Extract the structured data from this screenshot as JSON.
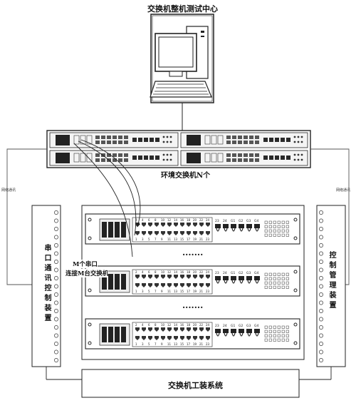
{
  "title": "交换机整机测试中心",
  "env_switch_label": "环境交换机N个",
  "net_comm_left": "网络通讯",
  "net_comm_right": "网络通讯",
  "serial_ctrl_label": "串口通讯控制装置",
  "ctrl_mgmt_label": "控制管理装置",
  "m_serial_label": "M个串口",
  "connect_label": "连接M台交换机",
  "dots_label": "·······",
  "fixture_system_label": "交换机工装系统",
  "port_labels": {
    "top": [
      "2",
      "4",
      "6",
      "8",
      "10",
      "12",
      "14",
      "16",
      "18",
      "20",
      "22",
      "24"
    ],
    "bottom": [
      "1",
      "3",
      "5",
      "7",
      "9",
      "11",
      "13",
      "15",
      "17",
      "19",
      "21",
      "23"
    ],
    "sfp_top": [
      "23",
      "24",
      "G1",
      "G2",
      "G3",
      "G4"
    ],
    "sfp_bottom": [
      "23",
      "24",
      "G1",
      "G2",
      "G3",
      "G4"
    ]
  }
}
